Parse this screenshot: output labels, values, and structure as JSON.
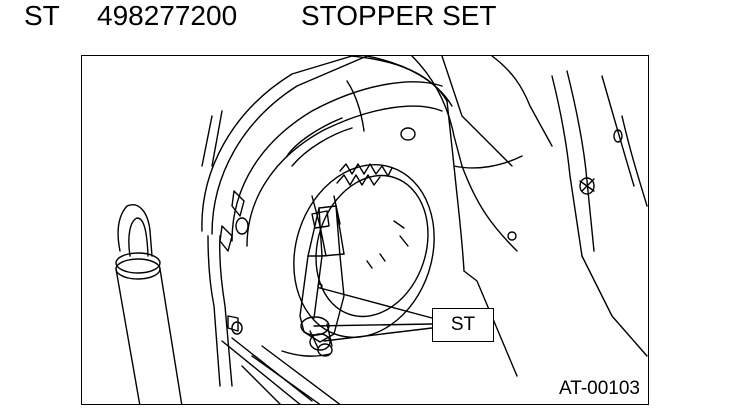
{
  "header": {
    "code": "ST",
    "part_number": "498277200",
    "tool_name": "STOPPER SET"
  },
  "figure": {
    "callout_label": "ST",
    "figure_id": "AT-00103"
  }
}
